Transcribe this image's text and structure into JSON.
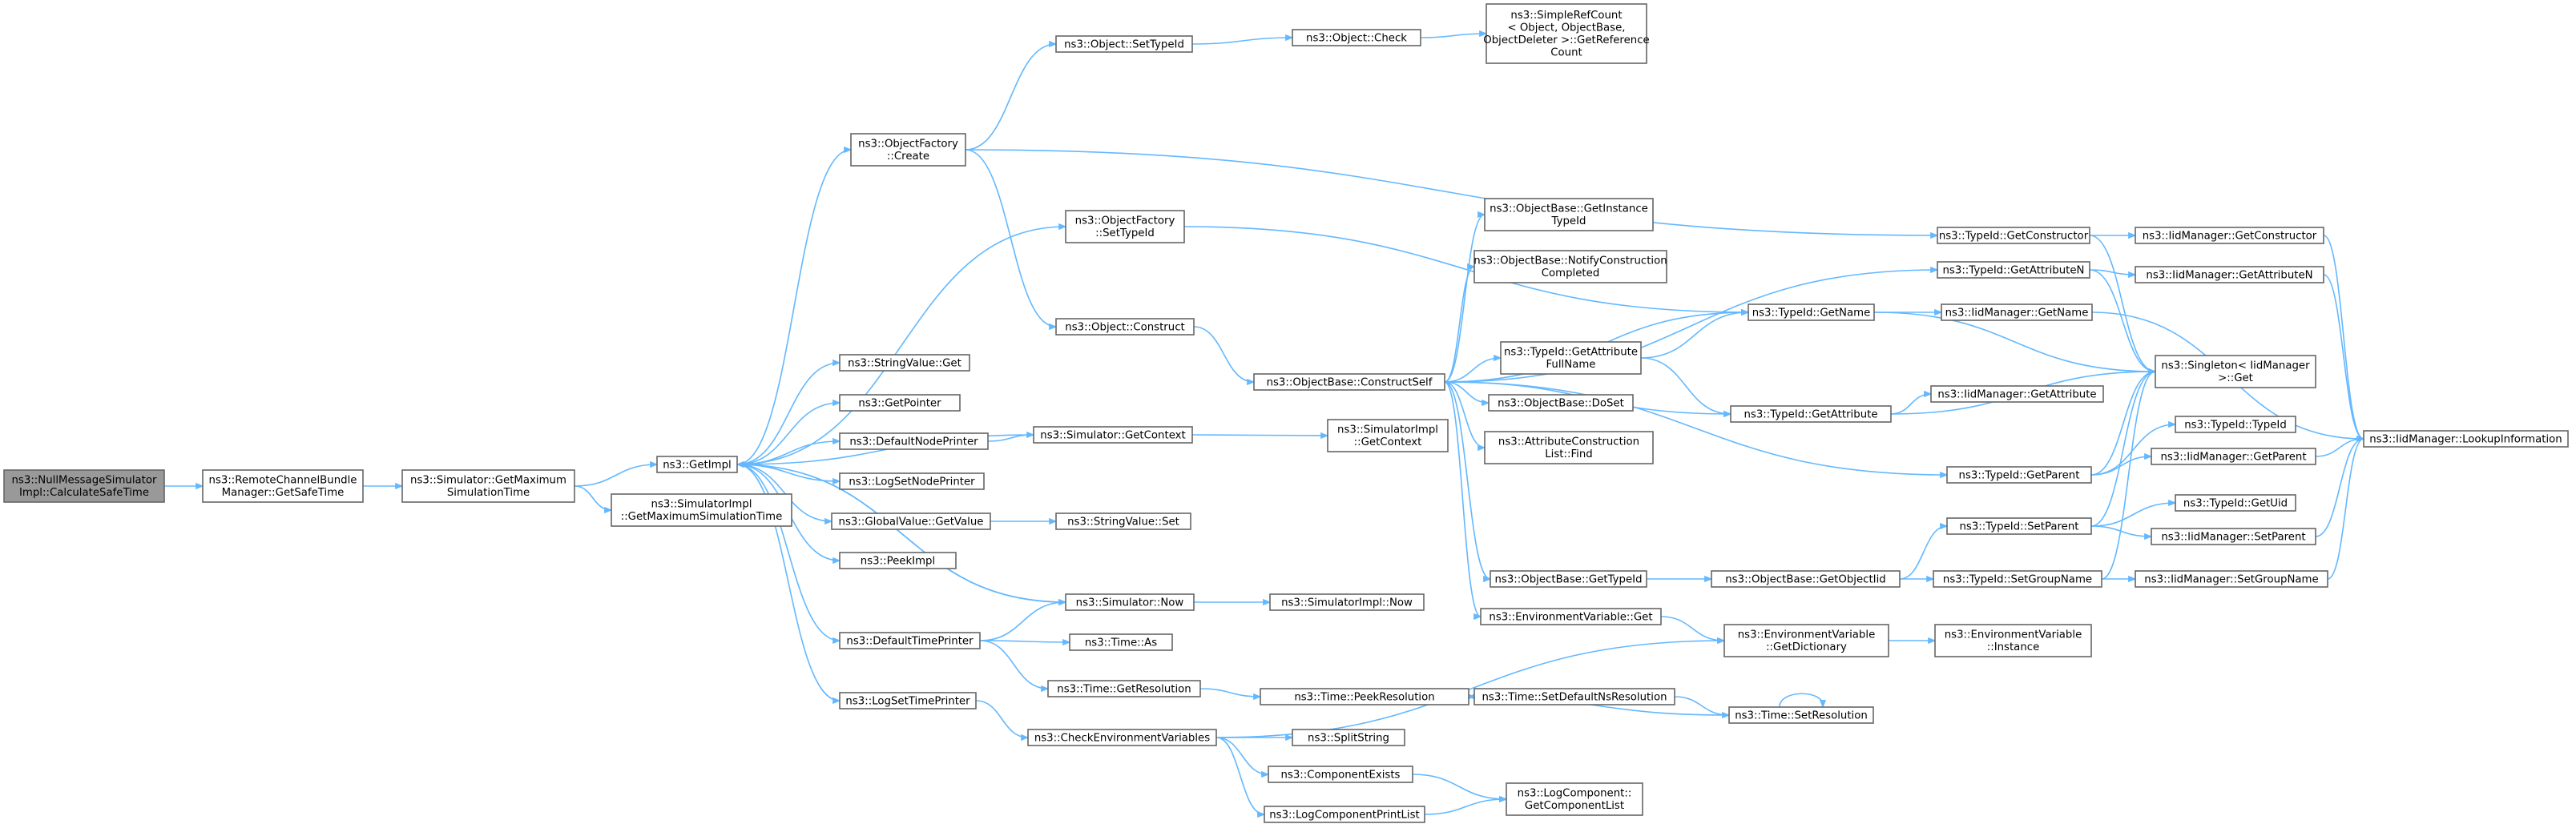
{
  "colors": {
    "edge": "#63b8ff",
    "node_border": "#666666",
    "root_fill": "#999999",
    "node_fill": "#ffffff"
  },
  "nodes": [
    {
      "id": "n_root",
      "lines": [
        "ns3::NullMessageSimulator",
        "Impl::CalculateSafeTime"
      ],
      "root": true
    },
    {
      "id": "n_rcb",
      "lines": [
        "ns3::RemoteChannelBundle",
        "Manager::GetSafeTime"
      ]
    },
    {
      "id": "n_sim_gmst",
      "lines": [
        "ns3::Simulator::GetMaximum",
        "SimulationTime"
      ]
    },
    {
      "id": "n_getimpl",
      "lines": [
        "ns3::GetImpl"
      ]
    },
    {
      "id": "n_simimpl_gmst",
      "lines": [
        "ns3::SimulatorImpl",
        "::GetMaximumSimulationTime"
      ]
    },
    {
      "id": "n_of_create",
      "lines": [
        "ns3::ObjectFactory",
        "::Create"
      ]
    },
    {
      "id": "n_of_settypeid",
      "lines": [
        "ns3::ObjectFactory",
        "::SetTypeId"
      ]
    },
    {
      "id": "n_obj_construct",
      "lines": [
        "ns3::Object::Construct"
      ]
    },
    {
      "id": "n_strval_get",
      "lines": [
        "ns3::StringValue::Get"
      ]
    },
    {
      "id": "n_getpointer",
      "lines": [
        "ns3::GetPointer"
      ]
    },
    {
      "id": "n_defnodeprinter",
      "lines": [
        "ns3::DefaultNodePrinter"
      ]
    },
    {
      "id": "n_logsetnodeprinter",
      "lines": [
        "ns3::LogSetNodePrinter"
      ]
    },
    {
      "id": "n_globalvalue_get",
      "lines": [
        "ns3::GlobalValue::GetValue"
      ]
    },
    {
      "id": "n_peekimpl",
      "lines": [
        "ns3::PeekImpl"
      ]
    },
    {
      "id": "n_deftimeprinter",
      "lines": [
        "ns3::DefaultTimePrinter"
      ]
    },
    {
      "id": "n_logsettimeprinter",
      "lines": [
        "ns3::LogSetTimePrinter"
      ]
    },
    {
      "id": "n_obj_settypeid",
      "lines": [
        "ns3::Object::SetTypeId"
      ]
    },
    {
      "id": "n_obj_check",
      "lines": [
        "ns3::Object::Check"
      ]
    },
    {
      "id": "n_simplerefcount",
      "lines": [
        "ns3::SimpleRefCount",
        "< Object, ObjectBase,",
        "ObjectDeleter >::GetReference",
        "Count"
      ]
    },
    {
      "id": "n_sim_getcontext",
      "lines": [
        "ns3::Simulator::GetContext"
      ]
    },
    {
      "id": "n_simimpl_getcontext",
      "lines": [
        "ns3::SimulatorImpl",
        "::GetContext"
      ]
    },
    {
      "id": "n_strval_set",
      "lines": [
        "ns3::StringValue::Set"
      ]
    },
    {
      "id": "n_sim_now",
      "lines": [
        "ns3::Simulator::Now"
      ]
    },
    {
      "id": "n_simimpl_now",
      "lines": [
        "ns3::SimulatorImpl::Now"
      ]
    },
    {
      "id": "n_time_as",
      "lines": [
        "ns3::Time::As"
      ]
    },
    {
      "id": "n_time_getres",
      "lines": [
        "ns3::Time::GetResolution"
      ]
    },
    {
      "id": "n_checkenv",
      "lines": [
        "ns3::CheckEnvironmentVariables"
      ]
    },
    {
      "id": "n_splitstring",
      "lines": [
        "ns3::SplitString"
      ]
    },
    {
      "id": "n_compexists",
      "lines": [
        "ns3::ComponentExists"
      ]
    },
    {
      "id": "n_logcompprint",
      "lines": [
        "ns3::LogComponentPrintList"
      ]
    },
    {
      "id": "n_logcomp_getlist",
      "lines": [
        "ns3::LogComponent::",
        "GetComponentList"
      ]
    },
    {
      "id": "n_ob_constructself",
      "lines": [
        "ns3::ObjectBase::ConstructSelf"
      ]
    },
    {
      "id": "n_ob_getinstance",
      "lines": [
        "ns3::ObjectBase::GetInstance",
        "TypeId"
      ]
    },
    {
      "id": "n_ob_notify",
      "lines": [
        "ns3::ObjectBase::NotifyConstruction",
        "Completed"
      ]
    },
    {
      "id": "n_tid_getattrfullname",
      "lines": [
        "ns3::TypeId::GetAttribute",
        "FullName"
      ]
    },
    {
      "id": "n_ob_doset",
      "lines": [
        "ns3::ObjectBase::DoSet"
      ]
    },
    {
      "id": "n_attrconstr_find",
      "lines": [
        "ns3::AttributeConstruction",
        "List::Find"
      ]
    },
    {
      "id": "n_ob_gettypeid",
      "lines": [
        "ns3::ObjectBase::GetTypeId"
      ]
    },
    {
      "id": "n_envvar_get",
      "lines": [
        "ns3::EnvironmentVariable::Get"
      ]
    },
    {
      "id": "n_ob_getobjectiid",
      "lines": [
        "ns3::ObjectBase::GetObjectIid"
      ]
    },
    {
      "id": "n_envvar_getdict",
      "lines": [
        "ns3::EnvironmentVariable",
        "::GetDictionary"
      ]
    },
    {
      "id": "n_envvar_instance",
      "lines": [
        "ns3::EnvironmentVariable",
        "::Instance"
      ]
    },
    {
      "id": "n_time_peekres",
      "lines": [
        "ns3::Time::PeekResolution"
      ]
    },
    {
      "id": "n_time_setdefns",
      "lines": [
        "ns3::Time::SetDefaultNsResolution"
      ]
    },
    {
      "id": "n_time_setres",
      "lines": [
        "ns3::Time::SetResolution"
      ]
    },
    {
      "id": "n_tid_getname",
      "lines": [
        "ns3::TypeId::GetName"
      ]
    },
    {
      "id": "n_tid_getattribute",
      "lines": [
        "ns3::TypeId::GetAttribute"
      ]
    },
    {
      "id": "n_tid_getconstructor",
      "lines": [
        "ns3::TypeId::GetConstructor"
      ]
    },
    {
      "id": "n_tid_getattributen",
      "lines": [
        "ns3::TypeId::GetAttributeN"
      ]
    },
    {
      "id": "n_tid_getparent",
      "lines": [
        "ns3::TypeId::GetParent"
      ]
    },
    {
      "id": "n_tid_setparent",
      "lines": [
        "ns3::TypeId::SetParent"
      ]
    },
    {
      "id": "n_tid_setgroupname",
      "lines": [
        "ns3::TypeId::SetGroupName"
      ]
    },
    {
      "id": "n_iid_getname",
      "lines": [
        "ns3::IidManager::GetName"
      ]
    },
    {
      "id": "n_iid_getattribute",
      "lines": [
        "ns3::IidManager::GetAttribute"
      ]
    },
    {
      "id": "n_iid_getconstructor",
      "lines": [
        "ns3::IidManager::GetConstructor"
      ]
    },
    {
      "id": "n_iid_getattributen",
      "lines": [
        "ns3::IidManager::GetAttributeN"
      ]
    },
    {
      "id": "n_singleton_get",
      "lines": [
        "ns3::Singleton< IidManager",
        ">::Get"
      ]
    },
    {
      "id": "n_tid_typeid",
      "lines": [
        "ns3::TypeId::TypeId"
      ]
    },
    {
      "id": "n_iid_getparent",
      "lines": [
        "ns3::IidManager::GetParent"
      ]
    },
    {
      "id": "n_tid_getuid",
      "lines": [
        "ns3::TypeId::GetUid"
      ]
    },
    {
      "id": "n_iid_setparent",
      "lines": [
        "ns3::IidManager::SetParent"
      ]
    },
    {
      "id": "n_iid_setgroupname",
      "lines": [
        "ns3::IidManager::SetGroupName"
      ]
    },
    {
      "id": "n_iid_lookupinfo",
      "lines": [
        "ns3::IidManager::LookupInformation"
      ]
    }
  ],
  "edges": [
    [
      "n_root",
      "n_rcb"
    ],
    [
      "n_rcb",
      "n_sim_gmst"
    ],
    [
      "n_sim_gmst",
      "n_getimpl"
    ],
    [
      "n_sim_gmst",
      "n_simimpl_gmst"
    ],
    [
      "n_getimpl",
      "n_of_create"
    ],
    [
      "n_getimpl",
      "n_of_settypeid"
    ],
    [
      "n_getimpl",
      "n_strval_get"
    ],
    [
      "n_getimpl",
      "n_getpointer"
    ],
    [
      "n_getimpl",
      "n_defnodeprinter"
    ],
    [
      "n_getimpl",
      "n_logsetnodeprinter"
    ],
    [
      "n_getimpl",
      "n_globalvalue_get"
    ],
    [
      "n_getimpl",
      "n_peekimpl"
    ],
    [
      "n_getimpl",
      "n_sim_now"
    ],
    [
      "n_getimpl",
      "n_deftimeprinter"
    ],
    [
      "n_getimpl",
      "n_logsettimeprinter"
    ],
    [
      "n_of_create",
      "n_obj_settypeid"
    ],
    [
      "n_of_create",
      "n_obj_construct"
    ],
    [
      "n_of_create",
      "n_tid_getconstructor"
    ],
    [
      "n_obj_settypeid",
      "n_obj_check"
    ],
    [
      "n_obj_check",
      "n_simplerefcount"
    ],
    [
      "n_of_settypeid",
      "n_tid_getname"
    ],
    [
      "n_obj_construct",
      "n_ob_constructself"
    ],
    [
      "n_defnodeprinter",
      "n_sim_getcontext"
    ],
    [
      "n_sim_getcontext",
      "n_getimpl"
    ],
    [
      "n_sim_getcontext",
      "n_simimpl_getcontext"
    ],
    [
      "n_globalvalue_get",
      "n_strval_set"
    ],
    [
      "n_deftimeprinter",
      "n_sim_now"
    ],
    [
      "n_deftimeprinter",
      "n_time_as"
    ],
    [
      "n_deftimeprinter",
      "n_time_getres"
    ],
    [
      "n_sim_now",
      "n_getimpl"
    ],
    [
      "n_sim_now",
      "n_simimpl_now"
    ],
    [
      "n_logsettimeprinter",
      "n_checkenv"
    ],
    [
      "n_time_getres",
      "n_time_peekres"
    ],
    [
      "n_checkenv",
      "n_envvar_getdict"
    ],
    [
      "n_checkenv",
      "n_splitstring"
    ],
    [
      "n_checkenv",
      "n_compexists"
    ],
    [
      "n_checkenv",
      "n_logcompprint"
    ],
    [
      "n_compexists",
      "n_logcomp_getlist"
    ],
    [
      "n_logcompprint",
      "n_logcomp_getlist"
    ],
    [
      "n_ob_constructself",
      "n_ob_getinstance"
    ],
    [
      "n_ob_constructself",
      "n_ob_notify"
    ],
    [
      "n_ob_constructself",
      "n_tid_getname"
    ],
    [
      "n_ob_constructself",
      "n_tid_getattrfullname"
    ],
    [
      "n_ob_constructself",
      "n_ob_doset"
    ],
    [
      "n_ob_constructself",
      "n_attrconstr_find"
    ],
    [
      "n_ob_constructself",
      "n_tid_getattribute"
    ],
    [
      "n_ob_constructself",
      "n_tid_getparent"
    ],
    [
      "n_ob_constructself",
      "n_tid_getattributen"
    ],
    [
      "n_ob_constructself",
      "n_ob_gettypeid"
    ],
    [
      "n_ob_constructself",
      "n_envvar_get"
    ],
    [
      "n_tid_getattrfullname",
      "n_tid_getname"
    ],
    [
      "n_tid_getattrfullname",
      "n_tid_getattribute"
    ],
    [
      "n_ob_gettypeid",
      "n_ob_getobjectiid"
    ],
    [
      "n_ob_getobjectiid",
      "n_tid_setparent"
    ],
    [
      "n_ob_getobjectiid",
      "n_tid_setgroupname"
    ],
    [
      "n_envvar_get",
      "n_envvar_getdict"
    ],
    [
      "n_envvar_getdict",
      "n_envvar_instance"
    ],
    [
      "n_time_peekres",
      "n_time_setdefns"
    ],
    [
      "n_time_setdefns",
      "n_time_setres"
    ],
    [
      "n_time_setres",
      "n_time_peekres"
    ],
    [
      "n_time_setres",
      "n_time_setres"
    ],
    [
      "n_tid_getname",
      "n_iid_getname"
    ],
    [
      "n_tid_getname",
      "n_singleton_get"
    ],
    [
      "n_tid_getattribute",
      "n_iid_getattribute"
    ],
    [
      "n_tid_getattribute",
      "n_singleton_get"
    ],
    [
      "n_tid_getconstructor",
      "n_iid_getconstructor"
    ],
    [
      "n_tid_getconstructor",
      "n_singleton_get"
    ],
    [
      "n_tid_getattributen",
      "n_iid_getattributen"
    ],
    [
      "n_tid_getattributen",
      "n_singleton_get"
    ],
    [
      "n_tid_getparent",
      "n_singleton_get"
    ],
    [
      "n_tid_getparent",
      "n_tid_typeid"
    ],
    [
      "n_tid_getparent",
      "n_iid_getparent"
    ],
    [
      "n_tid_setparent",
      "n_singleton_get"
    ],
    [
      "n_tid_setparent",
      "n_tid_getuid"
    ],
    [
      "n_tid_setparent",
      "n_iid_setparent"
    ],
    [
      "n_tid_setgroupname",
      "n_singleton_get"
    ],
    [
      "n_tid_setgroupname",
      "n_iid_setgroupname"
    ],
    [
      "n_iid_getname",
      "n_iid_lookupinfo"
    ],
    [
      "n_iid_getconstructor",
      "n_iid_lookupinfo"
    ],
    [
      "n_iid_getattributen",
      "n_iid_lookupinfo"
    ],
    [
      "n_iid_getparent",
      "n_iid_lookupinfo"
    ],
    [
      "n_iid_setparent",
      "n_iid_lookupinfo"
    ],
    [
      "n_iid_setgroupname",
      "n_iid_lookupinfo"
    ]
  ]
}
